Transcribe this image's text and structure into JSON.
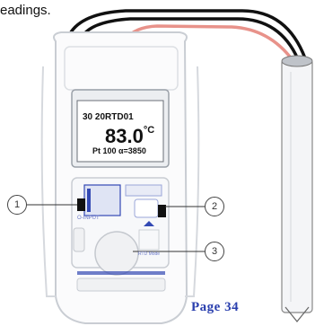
{
  "caption": "eadings.",
  "page_label": "Page 34",
  "display": {
    "indicators": "30  20RTD01",
    "reading": "83.0",
    "unit": "°C",
    "sensor_info": "Pt 100  α=3850"
  },
  "callouts": [
    "1",
    "2",
    "3"
  ],
  "device_labels": {
    "side_text": "O-INPUT",
    "bottom_text": "RTD Mode"
  },
  "colors": {
    "device_outline": "#c9cdd3",
    "accent_blue": "#3349b4",
    "probe_wire": "#e8928a"
  }
}
